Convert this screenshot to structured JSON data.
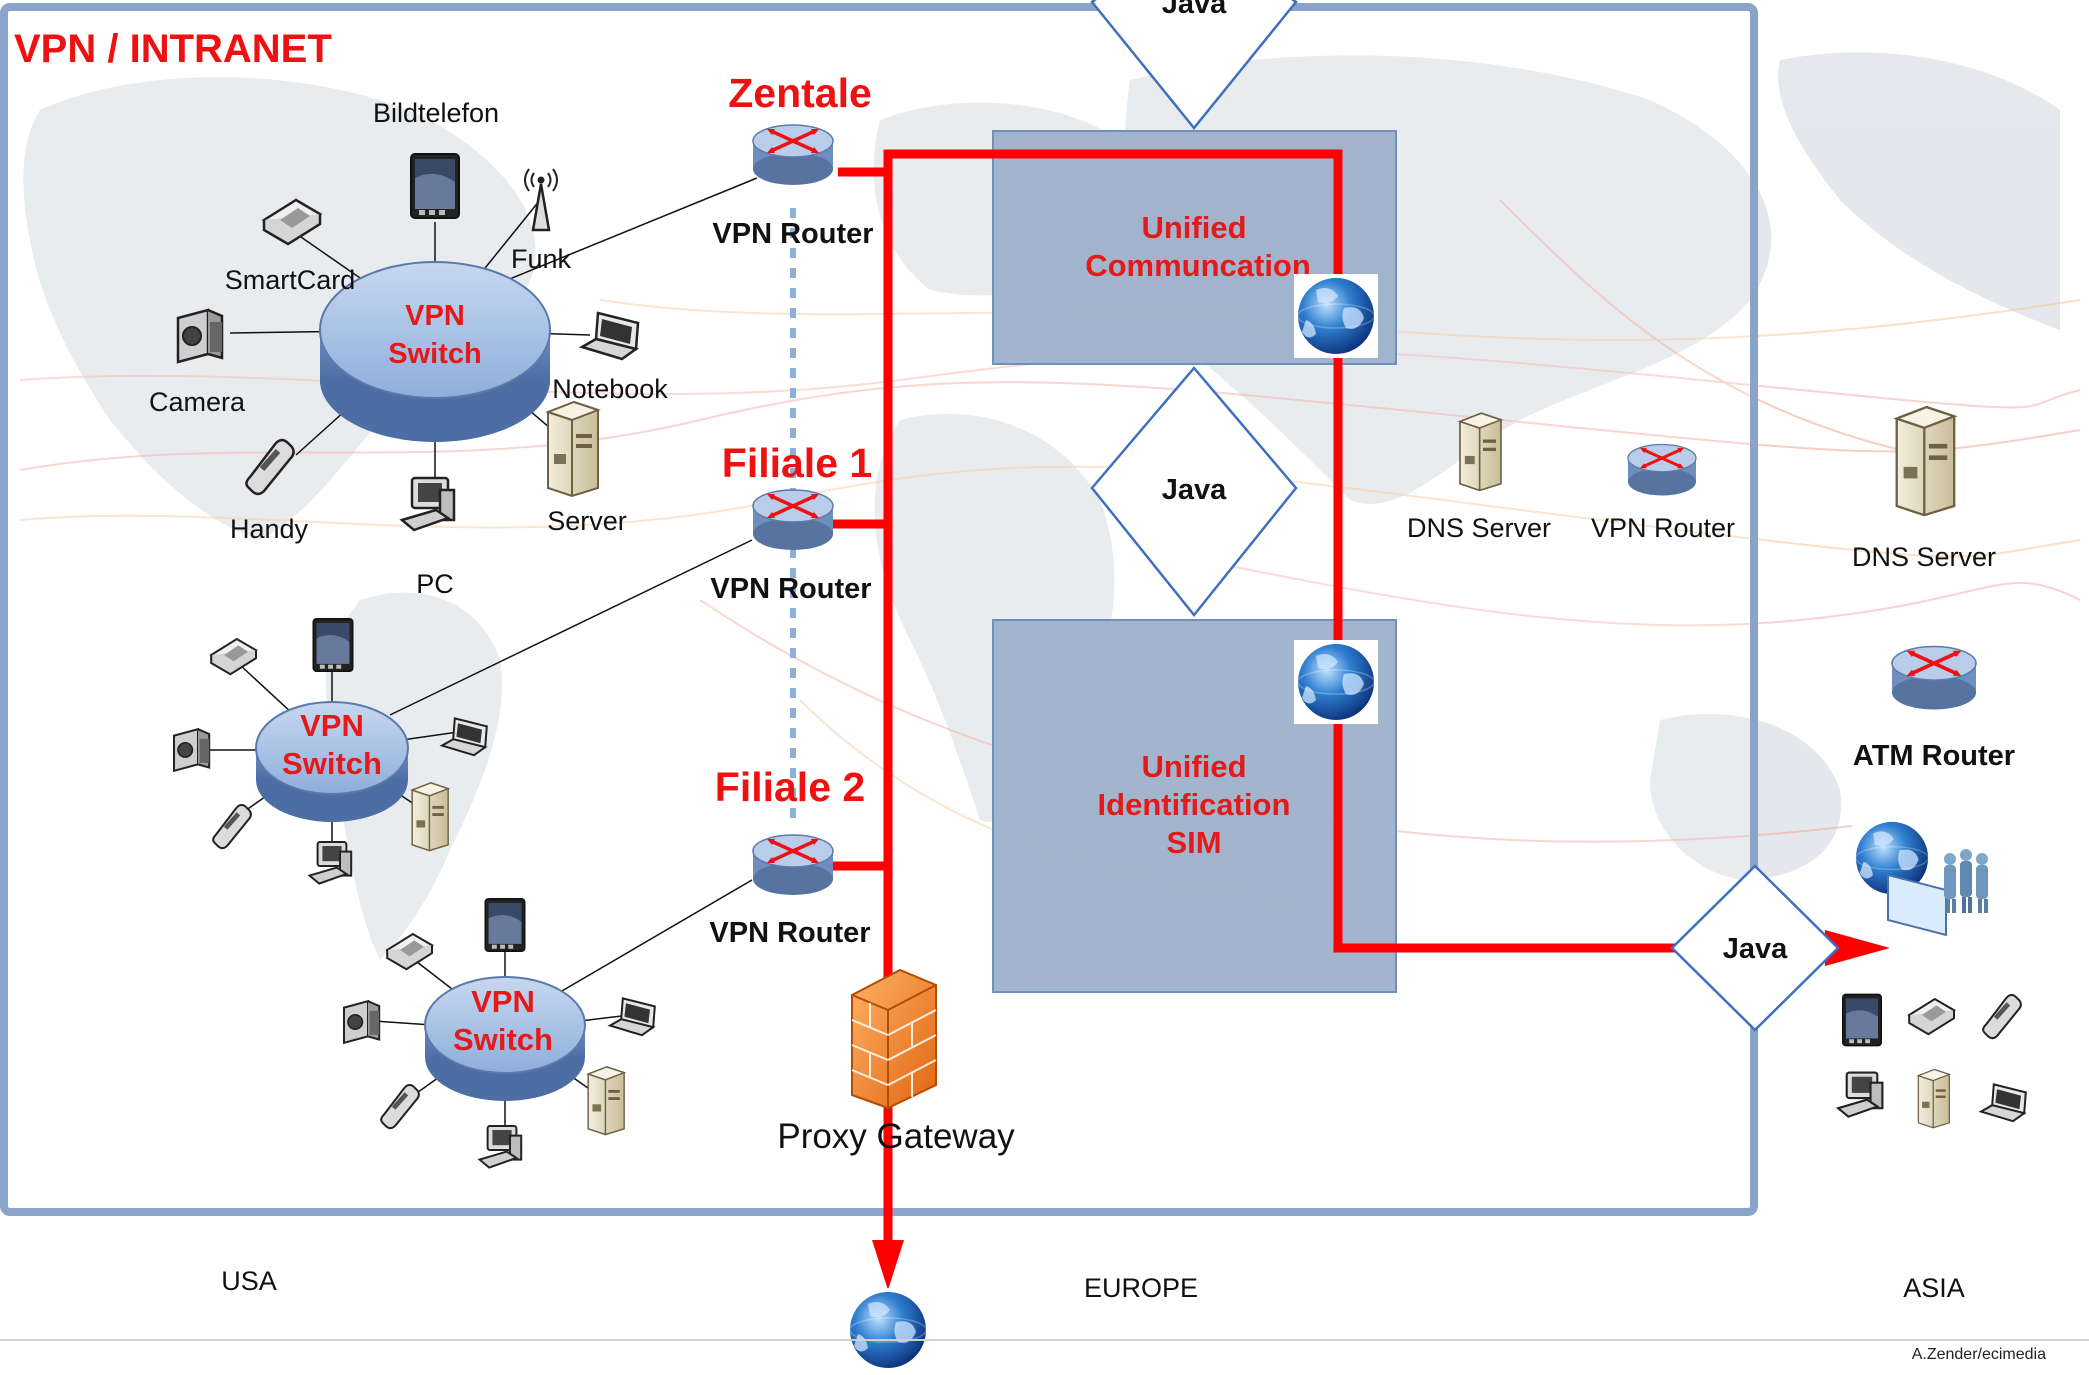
{
  "title": "VPN / INTRANET",
  "sites": {
    "central": "Zentale",
    "branch1": "Filiale 1",
    "branch2": "Filiale 2"
  },
  "router_label": "VPN Router",
  "switch_label_line1": "VPN",
  "switch_label_line2": "Switch",
  "devices": {
    "videophone": "Bildtelefon",
    "radio": "Funk",
    "smartcard": "SmartCard",
    "camera": "Camera",
    "notebook": "Notebook",
    "mobile": "Handy",
    "server": "Server",
    "pc": "PC"
  },
  "blocks": {
    "uc_line1": "Unified",
    "uc_line2": "Communcation",
    "uid_line1": "Unified",
    "uid_line2": "Identification",
    "uid_line3": "SIM"
  },
  "java_label": "Java",
  "europe_servers": {
    "dns": "DNS Server",
    "router": "VPN Router"
  },
  "asia_servers": {
    "dns": "DNS Server",
    "atm": "ATM Router"
  },
  "proxy_label": "Proxy Gateway",
  "regions": {
    "usa": "USA",
    "europe": "EUROPE",
    "asia": "ASIA"
  },
  "credit": "A.Zender/ecimedia",
  "colors": {
    "accent_red": "#ee1111",
    "link_red": "#ff0000",
    "frame_blue": "#8aa4c9",
    "block_fill": "#9aafc9",
    "router_blue": "#7d9bc7"
  }
}
